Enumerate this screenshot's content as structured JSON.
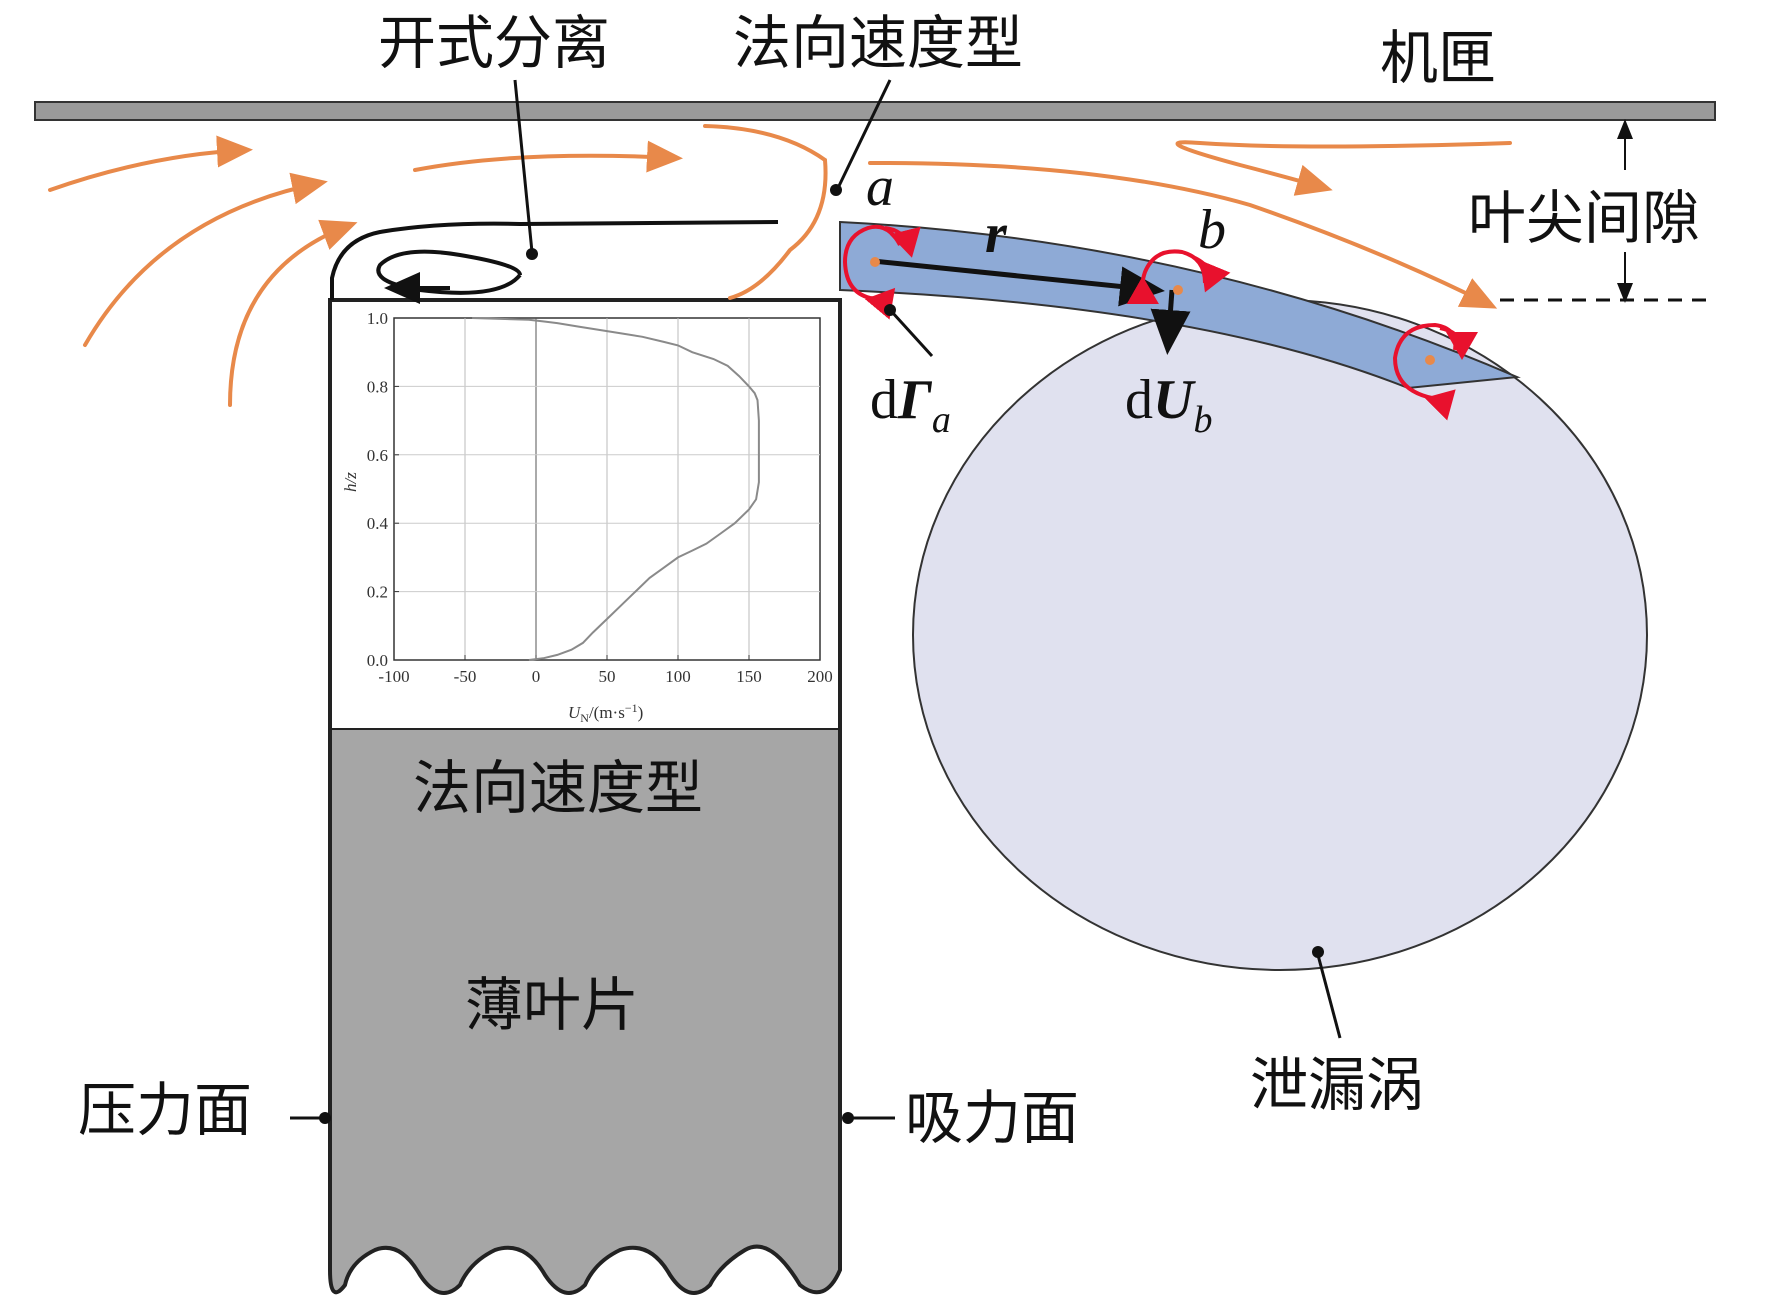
{
  "labels": {
    "open_separation": "开式分离",
    "normal_velocity_top": "法向速度型",
    "casing": "机匣",
    "tip_clearance": "叶尖间隙",
    "pressure_surface": "压力面",
    "suction_surface": "吸力面",
    "normal_velocity_blade": "法向速度型",
    "thin_blade": "薄叶片",
    "leakage_vortex": "泄漏涡",
    "point_a": "a",
    "point_b": "b",
    "radius": "r",
    "d_gamma_d": "d",
    "d_gamma_sym": "Γ",
    "d_gamma_sub": "a",
    "d_u_d": "d",
    "d_u_sym": "U",
    "d_u_sub": "b"
  },
  "colors": {
    "flow_lines": "#e8894a",
    "vortex_sheet": "#8eaad6",
    "vortex_core": "#e0e1ef",
    "blade_fill": "#a6a6a6",
    "casing_fill": "#9a9a9a",
    "circulation_arrows": "#e8112d"
  },
  "chart_data": {
    "type": "line",
    "xlabel": "U_N/(m·s⁻¹)",
    "xlabel_main": "U",
    "xlabel_sub": "N",
    "xlabel_unit": "/(m·s",
    "xlabel_exp": "−1",
    "xlabel_close": ")",
    "ylabel": "h/z",
    "xlim": [
      -100,
      200
    ],
    "ylim": [
      0,
      1
    ],
    "xticks": [
      -100,
      -50,
      0,
      50,
      100,
      150,
      200
    ],
    "xtick_labels": [
      "-100",
      "-50",
      "0",
      "50",
      "100",
      "150",
      "200"
    ],
    "yticks": [
      0,
      0.2,
      0.4,
      0.6,
      0.8,
      1.0
    ],
    "ytick_labels": [
      "0.0",
      "0.2",
      "0.4",
      "0.6",
      "0.8",
      "1.0"
    ],
    "grid": true,
    "series": [
      {
        "x": [
          -5,
          5,
          15,
          25,
          33,
          40,
          50,
          60,
          70,
          80,
          90,
          100,
          110,
          120,
          130,
          140,
          150,
          155,
          157,
          157,
          157,
          156,
          154,
          150,
          143,
          135,
          125,
          110,
          100,
          90,
          75,
          60,
          45,
          30,
          15,
          5,
          -5,
          -45
        ],
        "y": [
          0.0,
          0.005,
          0.015,
          0.03,
          0.05,
          0.08,
          0.12,
          0.16,
          0.2,
          0.24,
          0.27,
          0.3,
          0.32,
          0.34,
          0.37,
          0.4,
          0.44,
          0.47,
          0.52,
          0.6,
          0.7,
          0.76,
          0.78,
          0.8,
          0.83,
          0.86,
          0.88,
          0.9,
          0.92,
          0.93,
          0.945,
          0.955,
          0.965,
          0.975,
          0.985,
          0.99,
          0.995,
          1.0
        ]
      }
    ]
  }
}
